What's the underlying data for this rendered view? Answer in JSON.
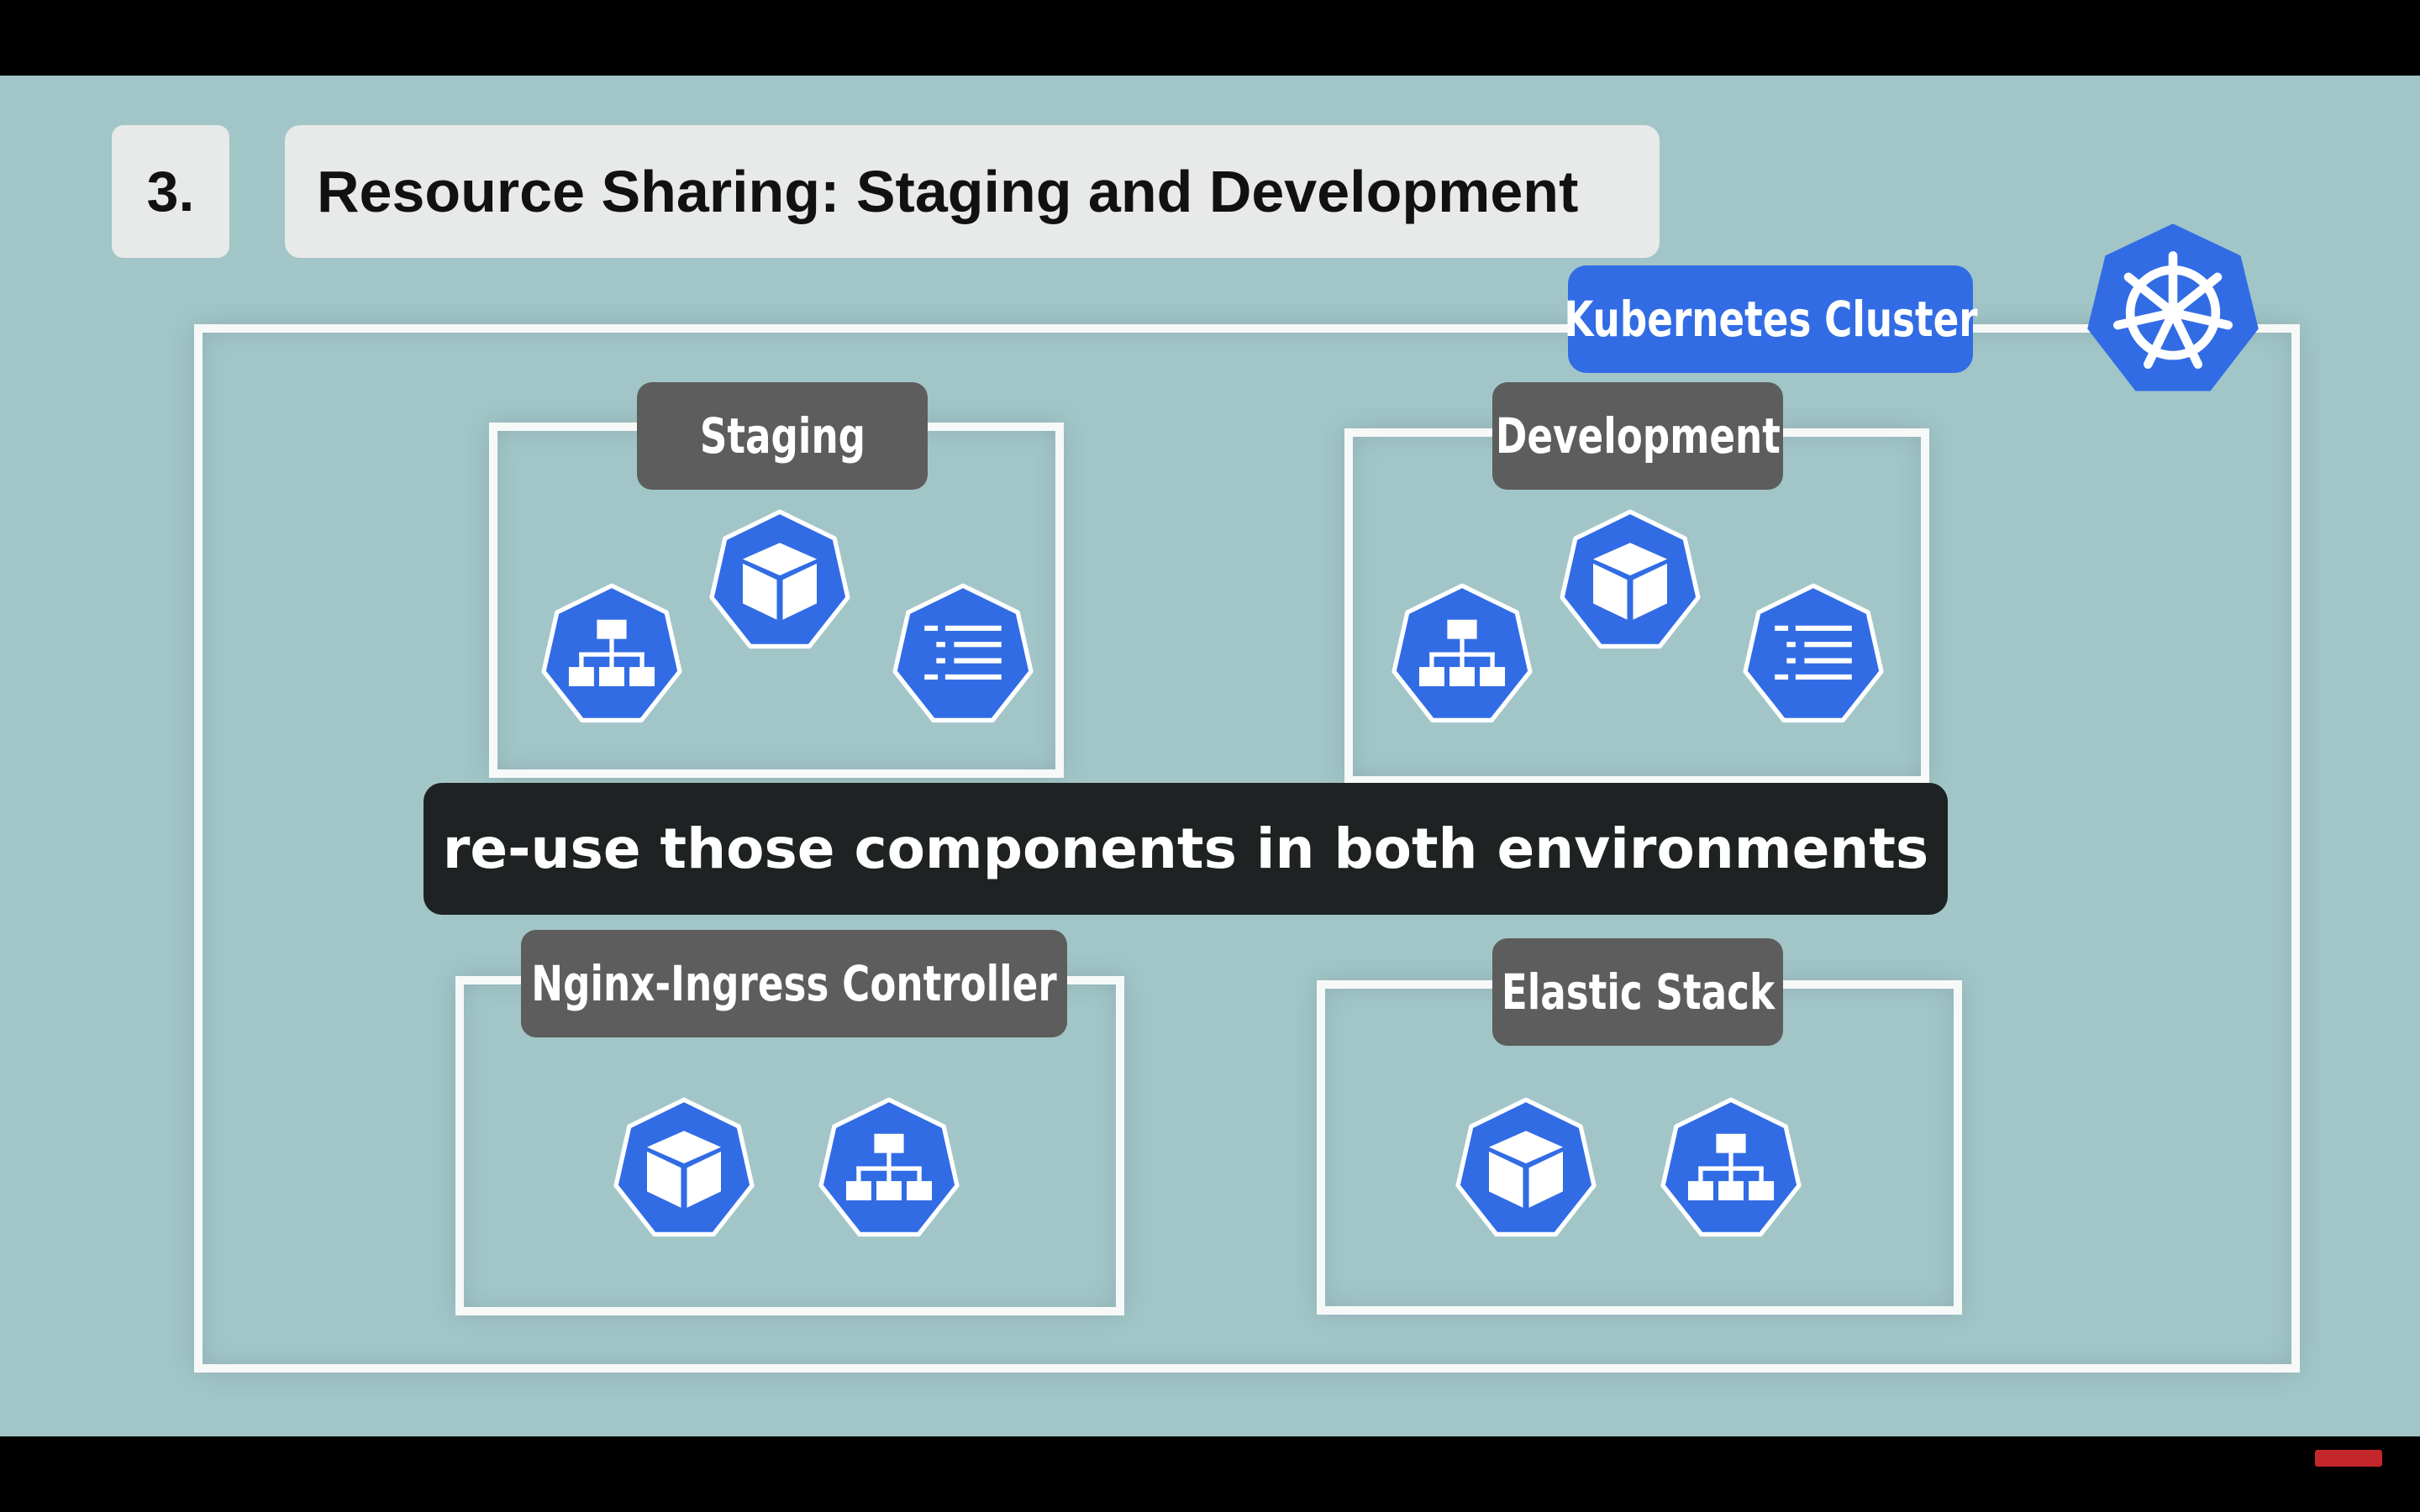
{
  "slide": {
    "number": "3.",
    "title": "Resource Sharing: Staging and Development"
  },
  "cluster": {
    "label": "Kubernetes Cluster",
    "icon": "kubernetes-helm-wheel-icon"
  },
  "namespaces": [
    {
      "label": "Staging",
      "icons": [
        "service-icon",
        "pod-icon",
        "config-icon"
      ]
    },
    {
      "label": "Development",
      "icons": [
        "service-icon",
        "pod-icon",
        "config-icon"
      ]
    },
    {
      "label": "Nginx-Ingress Controller",
      "icons": [
        "pod-icon",
        "service-icon"
      ]
    },
    {
      "label": "Elastic Stack",
      "icons": [
        "pod-icon",
        "service-icon"
      ]
    }
  ],
  "caption": "re-use those components in both environments",
  "colors": {
    "background": "#a2c6c8",
    "kubernetes_blue": "#326ce5",
    "label_gray": "#5d5d5d",
    "frame": "#f7f9f9"
  }
}
